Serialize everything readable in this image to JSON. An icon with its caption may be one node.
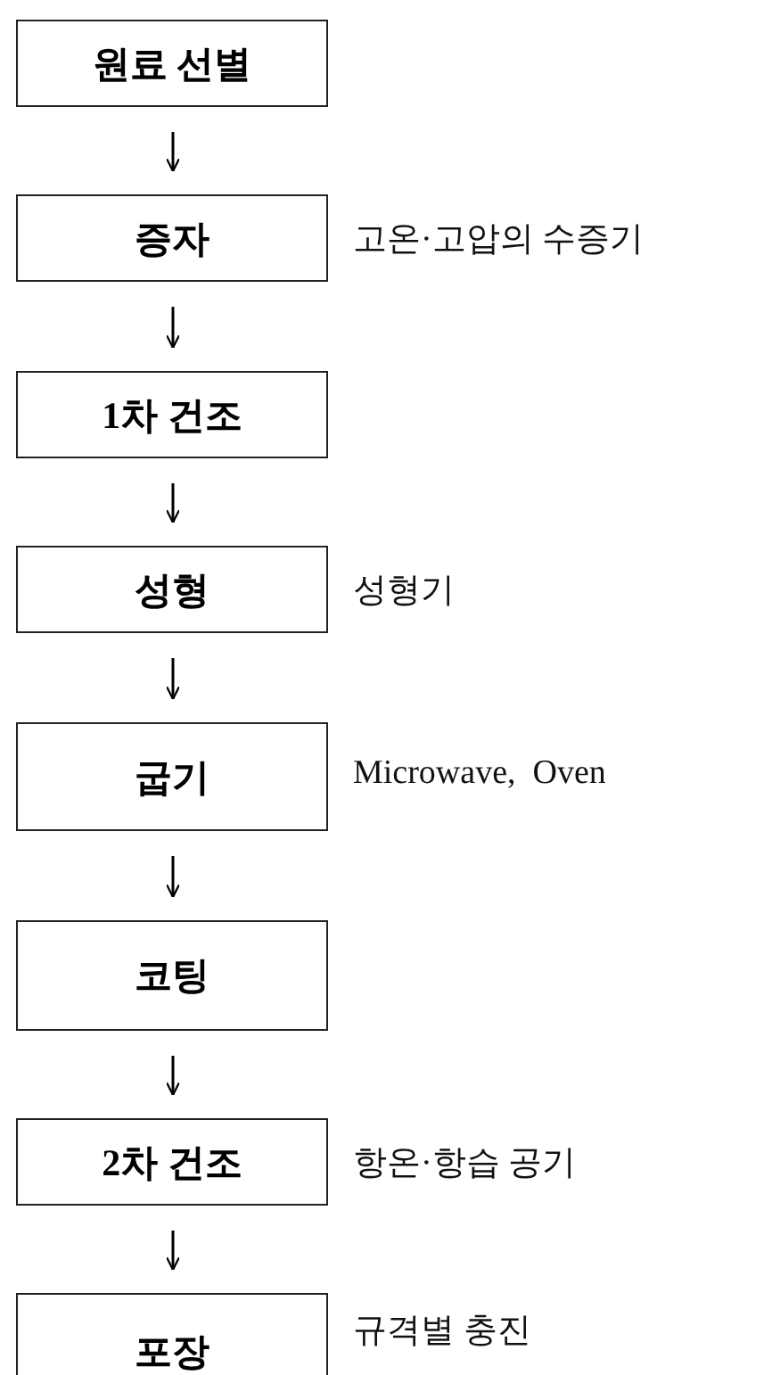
{
  "diagram": {
    "nodes": [
      {
        "text": [
          "원료 선별"
        ]
      },
      {
        "text": [
          "증자"
        ],
        "beside": [
          "고온·고압의 수증기"
        ]
      },
      {
        "text": [
          "1차 건조"
        ]
      },
      {
        "text": [
          "성형"
        ],
        "beside": [
          "성형기"
        ]
      },
      {
        "text": [
          "굽기"
        ],
        "beside": [
          "Microwave,  Oven"
        ]
      },
      {
        "text": [
          "코팅"
        ]
      },
      {
        "text": [
          "2차 건조"
        ],
        "beside": [
          "항온·항습 공기"
        ]
      },
      {
        "text": [
          "포장"
        ],
        "beside": [
          "규격별 충진"
        ]
      }
    ],
    "edges": [
      {
        "from": 0,
        "to": 1,
        "arrow": "to"
      },
      {
        "from": 1,
        "to": 2,
        "arrow": "to"
      },
      {
        "from": 2,
        "to": 3,
        "arrow": "to"
      },
      {
        "from": 3,
        "to": 4,
        "arrow": "to"
      },
      {
        "from": 4,
        "to": 5,
        "arrow": "to"
      },
      {
        "from": 5,
        "to": 6,
        "arrow": "to"
      },
      {
        "from": 6,
        "to": 7,
        "arrow": "to"
      }
    ]
  }
}
